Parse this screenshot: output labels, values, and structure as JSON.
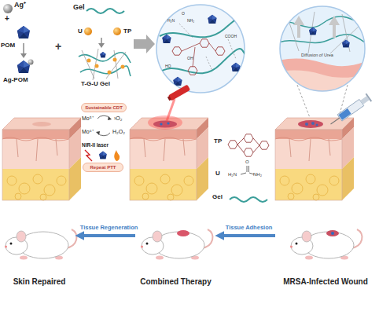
{
  "diagram": {
    "nodes": [
      {
        "text": [
          "Sustainable CDT"
        ]
      },
      {
        "text": [
          "Repeat PTT"
        ]
      },
      {
        "text": [
          "Skin Repaired"
        ]
      },
      {
        "text": [
          "Combined Therapy"
        ]
      },
      {
        "text": [
          "MRSA-Infected Wound"
        ]
      }
    ],
    "edges": [
      {
        "from": 3,
        "to": 2,
        "arrow": "to",
        "label": "Tissue Regeneration"
      },
      {
        "from": 4,
        "to": 3,
        "arrow": "to",
        "label": "Tissue Adhesion"
      }
    ],
    "labels": [
      "Ag⁺",
      "+",
      "POM",
      "Ag-POM",
      "+",
      "Gel",
      "U",
      "TP",
      "T-G-U Gel",
      "H₂N",
      "NH₂",
      "O",
      "OH",
      "HO",
      "COOH",
      "Diffusion of Urea",
      "Mo⁵⁺",
      "Mo⁶⁺",
      "¹O₂",
      "H₂O₂",
      "NIR-II laser",
      "TP",
      "U",
      "Gel",
      "H₂N",
      "NH₂",
      "O"
    ]
  }
}
